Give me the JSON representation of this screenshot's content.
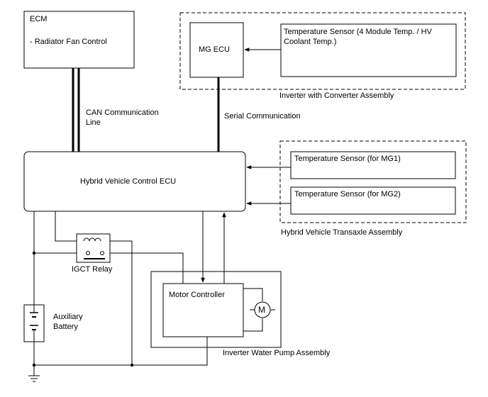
{
  "ecm": {
    "title": "ECM",
    "function": "- Radiator Fan Control"
  },
  "can_line": {
    "label_line1": "CAN Communication",
    "label_line2": "Line"
  },
  "serial_line": {
    "label": "Serial Communication"
  },
  "inverter_converter": {
    "assembly_label": "Inverter with Converter Assembly",
    "mg_ecu": "MG ECU",
    "temp_sensor": "Temperature Sensor (4 Module Temp. / HV Coolant Temp.)"
  },
  "transaxle": {
    "assembly_label": "Hybrid Vehicle Transaxle Assembly",
    "sensor_mg1": "Temperature Sensor (for MG1)",
    "sensor_mg2": "Temperature Sensor (for MG2)"
  },
  "hv_ecu": {
    "label": "Hybrid Vehicle Control ECU"
  },
  "igct_relay": {
    "label": "IGCT Relay"
  },
  "battery": {
    "label_line1": "Auxiliary",
    "label_line2": "Battery"
  },
  "water_pump": {
    "assembly_label": "Inverter Water Pump Assembly",
    "motor_controller": "Motor Controller",
    "motor_symbol": "M"
  }
}
